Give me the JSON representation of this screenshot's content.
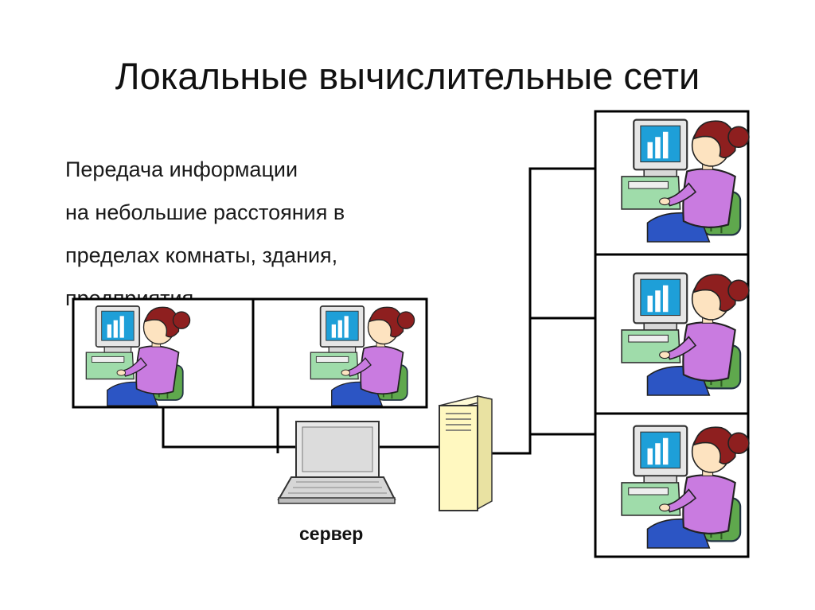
{
  "slide": {
    "title": "Локальные вычислительные сети",
    "lines": [
      "Передача информации",
      "на небольшие расстояния в",
      "пределах комнаты, здания,",
      "предприятия."
    ]
  },
  "diagram": {
    "server_label": "сервер",
    "workstations": 5,
    "icons": {
      "workstation": "user-at-computer-icon",
      "laptop": "laptop-icon",
      "server": "server-tower-icon"
    },
    "colors": {
      "wire": "#000000",
      "monitor_screen": "#1e9fd8",
      "shirt": "#c97be0",
      "hair": "#8e1f1f",
      "chair": "#5fa84d",
      "server_body": "#fff8c0"
    }
  }
}
